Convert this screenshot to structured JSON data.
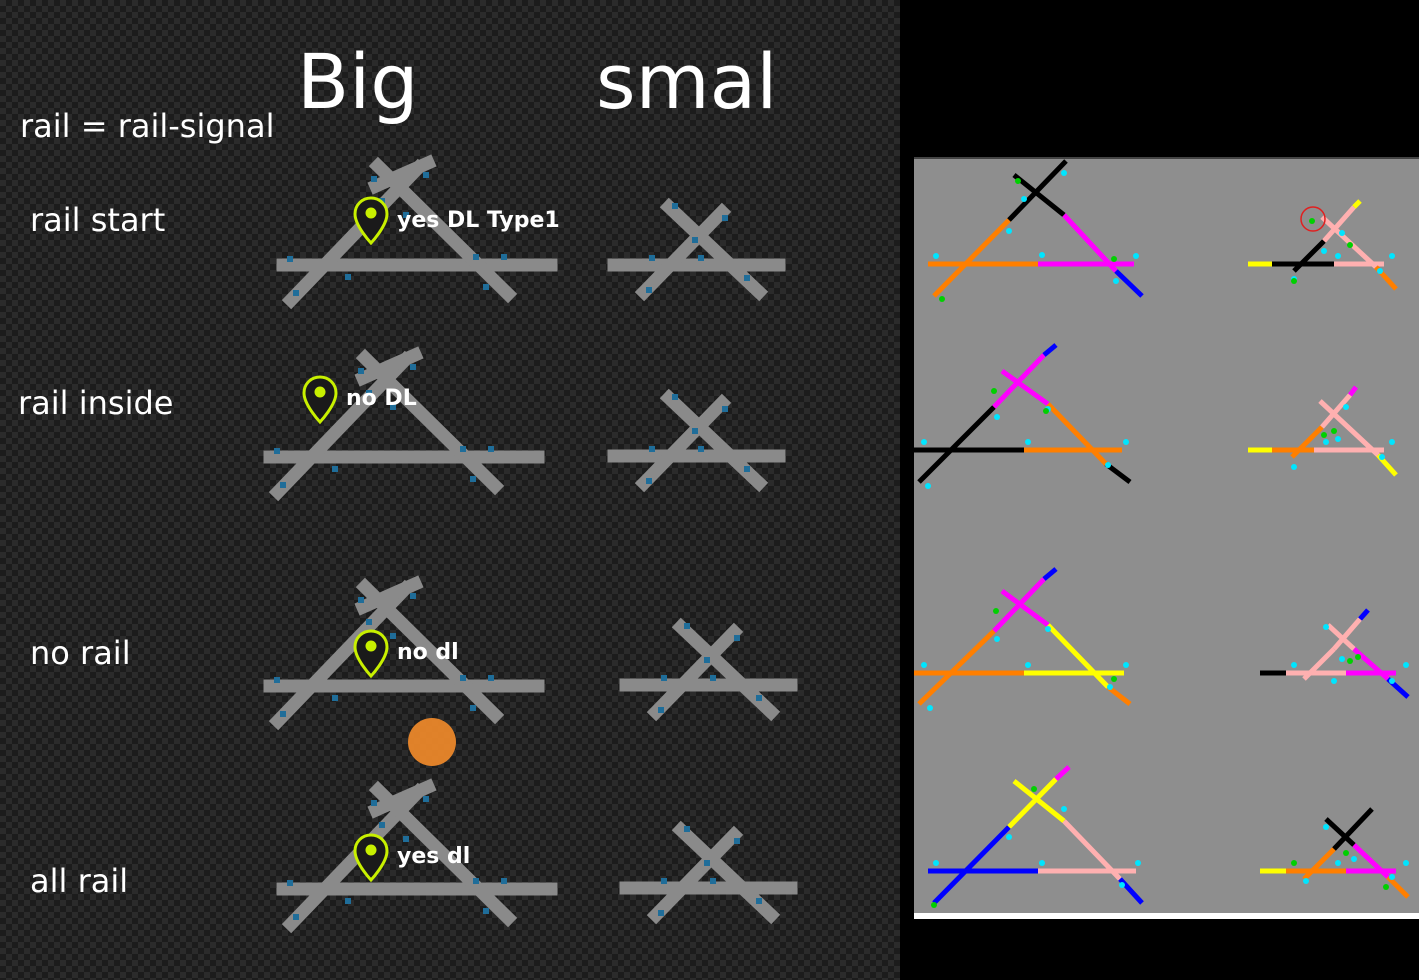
{
  "headers": {
    "big": "Big",
    "small": "smal"
  },
  "legend": "rail = rail-signal",
  "rows": [
    {
      "label": "rail start",
      "note": "yes  DL Type1"
    },
    {
      "label": "rail inside",
      "note": "no DL"
    },
    {
      "label": "no rail",
      "note": "no dl"
    },
    {
      "label": "all rail",
      "note": "yes dl"
    }
  ],
  "colors": {
    "track": "#8a8a8a",
    "signal": "#1f6d99",
    "marker": "#c8f000",
    "orange_dot": "#f08a2a",
    "right_bg": "#8e8e8e",
    "orange": "#ff7f00",
    "magenta": "#ff00ff",
    "black": "#000000",
    "blue": "#0000ff",
    "yellow": "#ffff00",
    "pink": "#ffb0b0"
  }
}
